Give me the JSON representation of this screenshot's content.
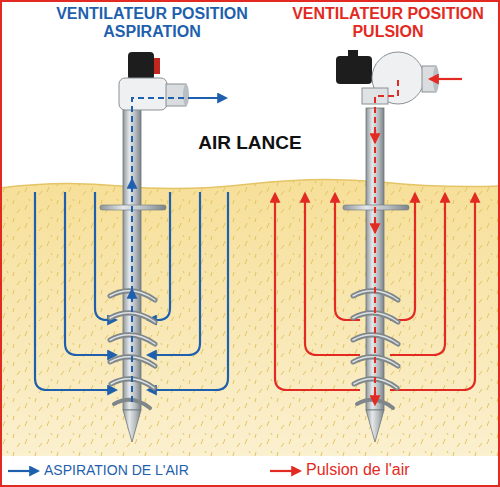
{
  "diagram": {
    "title": "AIR LANCE",
    "labels": [
      "VENTILATEUR POSITION ASPIRATION",
      "VENTILATEUR POSITION PULSION"
    ],
    "legend": [
      {
        "text": "ASPIRATION DE L'AIR"
      },
      {
        "text": "Pulsion de l'air"
      }
    ]
  }
}
